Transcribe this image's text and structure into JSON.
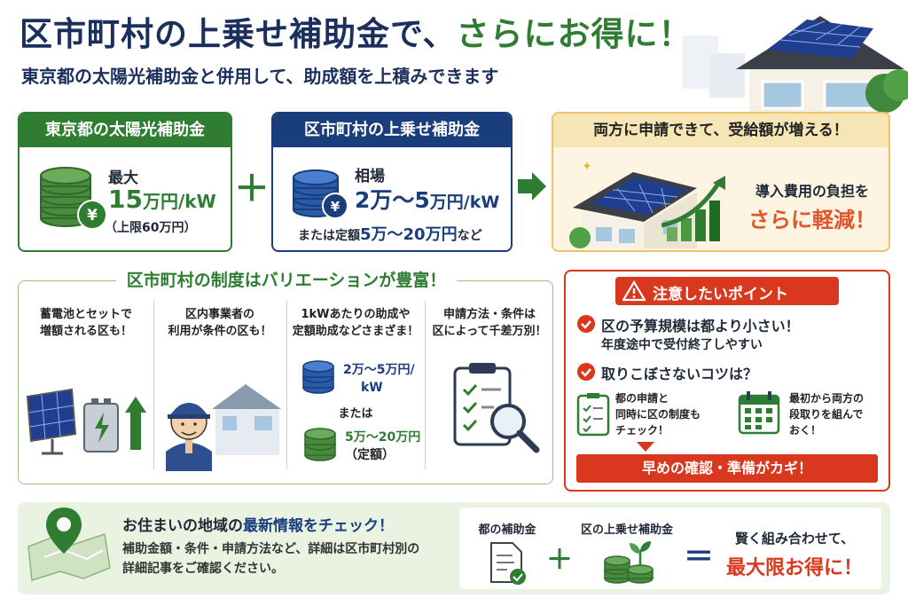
{
  "header": {
    "title_main": "区市町村の上乗せ補助金で、",
    "title_accent": "さらにお得に！",
    "subtitle": "東京都の太陽光補助金と併用して、助成額を上積みできます"
  },
  "tokyo_card": {
    "heading": "東京都の太陽光補助金",
    "label": "最大",
    "amount_num": "15",
    "amount_unit": "万円/kW",
    "limit": "（上限60万円）"
  },
  "plus_sign": "＋",
  "city_card": {
    "heading": "区市町村の上乗せ補助金",
    "label": "相場",
    "amount_num": "2万～5",
    "amount_unit": "万円/kW",
    "note_prefix": "または定額",
    "note_amount": "5万～20万円",
    "note_suffix": "など"
  },
  "result_card": {
    "heading": "両方に申請できて、受給額が増える！",
    "line1": "導入費用の負担を",
    "line2": "さらに軽減！"
  },
  "variation": {
    "heading": "区市町村の制度はバリエーションが豊富！",
    "columns": [
      {
        "text1": "蓄電池とセットで",
        "text2": "増額される区も！"
      },
      {
        "text1": "区内事業者の",
        "text2": "利用が条件の区も！"
      },
      {
        "text1": "1kWあたりの助成や",
        "text2": "定額助成などさまざま！",
        "amount1_a": "2万～5万円/",
        "amount1_b": "kW",
        "or": "または",
        "amount2_a": "5万～20万円",
        "amount2_b": "（定額）"
      },
      {
        "text1": "申請方法・条件は",
        "text2": "区によって千差万別！"
      }
    ]
  },
  "caution": {
    "heading": "注意したいポイント",
    "point1_title": "区の予算規模は都より小さい！",
    "point1_sub": "年度途中で受付終了しやすい",
    "point2_title": "取りこぼさないコツは？",
    "tip1": [
      "都の申請と",
      "同時に区の制度も",
      "チェック！"
    ],
    "tip2": [
      "最初から両方の",
      "段取りを組んで",
      "おく！"
    ],
    "banner": "早めの確認・準備がカギ！"
  },
  "footer": {
    "headline_pre": "お住まいの地域の",
    "headline_accent": "最新情報をチェック！",
    "desc1": "補助金額・条件・申請方法など、詳細は区市町村別の",
    "desc2": "詳細記事をご確認ください。",
    "box_label1": "都の補助金",
    "box_label2": "区の上乗せ補助金",
    "plus": "＋",
    "equals": "＝",
    "result1": "賢く組み合わせて、",
    "result2": "最大限お得に！"
  },
  "colors": {
    "green": "#2e7d32",
    "navy": "#1a3d7c",
    "red": "#d9381e",
    "orange": "#e0552b",
    "cream": "#fdf5e2"
  },
  "icons": [
    "coins-yen-icon",
    "solar-panel-icon",
    "battery-icon",
    "arrow-up-icon",
    "worker-icon",
    "house-icon",
    "clipboard-icon",
    "magnifier-icon",
    "warning-icon",
    "check-circle-icon",
    "calendar-icon",
    "map-pin-icon",
    "document-check-icon",
    "coin-sprout-icon"
  ]
}
